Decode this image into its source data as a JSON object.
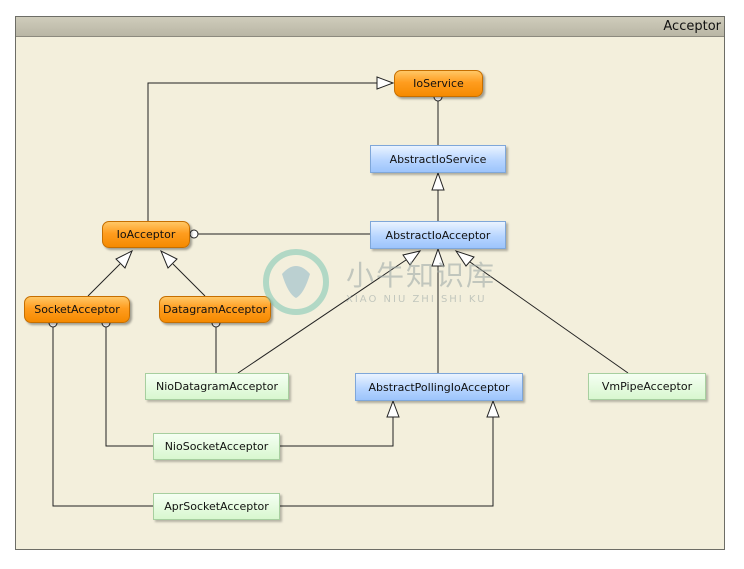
{
  "frame": {
    "title": "Acceptor"
  },
  "nodes": {
    "ioservice": "IoService",
    "abstractioservice": "AbstractIoService",
    "ioacceptor": "IoAcceptor",
    "abstractioacceptor": "AbstractIoAcceptor",
    "socketacceptor": "SocketAcceptor",
    "datagramacceptor": "DatagramAcceptor",
    "niodatagramacceptor": "NioDatagramAcceptor",
    "abstractpollingioacceptor": "AbstractPollingIoAcceptor",
    "vmpipeacceptor": "VmPipeAcceptor",
    "niosocketacceptor": "NioSocketAcceptor",
    "aprsocketacceptor": "AprSocketAcceptor"
  },
  "watermark": {
    "text_cn": "小牛知识库",
    "text_en": "XIAO NIU ZHI SHI KU"
  },
  "colors": {
    "interface": "#ff9d1f",
    "abstract_class": "#b7d5ff",
    "concrete_class": "#d8f7cf",
    "frame_background": "#f3efdc"
  }
}
